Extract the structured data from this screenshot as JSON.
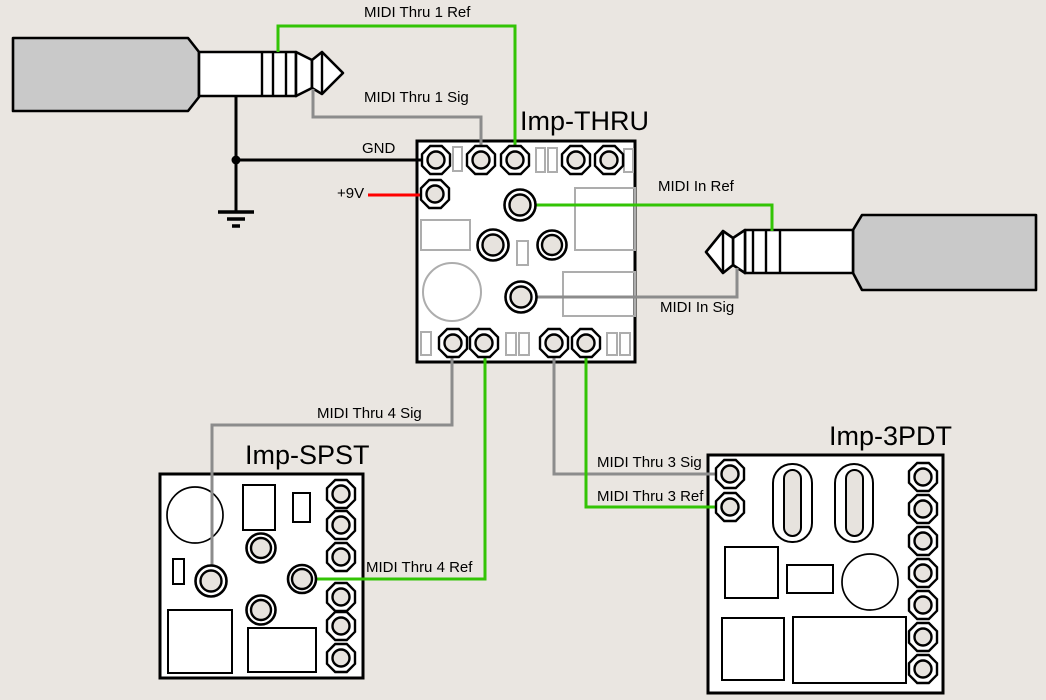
{
  "diagram": {
    "colors": {
      "bg": "#eae6e1",
      "wire_green": "#33c405",
      "wire_gray": "#8c8c8c",
      "wire_red": "#ff0000",
      "wire_black": "#000000",
      "plug_handle": "#c9c9c9",
      "hole": "#e7e3de",
      "comp_gray": "#adadad"
    },
    "boards": [
      {
        "id": "imp-thru",
        "title": "Imp-THRU"
      },
      {
        "id": "imp-spst",
        "title": "Imp-SPST"
      },
      {
        "id": "imp-3pdt",
        "title": "Imp-3PDT"
      }
    ],
    "wire_labels": {
      "midi_thru_1_ref": "MIDI Thru 1 Ref",
      "midi_thru_1_sig": "MIDI Thru 1 Sig",
      "gnd": "GND",
      "plus_9v": "+9V",
      "midi_in_ref": "MIDI In Ref",
      "midi_in_sig": "MIDI In Sig",
      "midi_thru_4_sig": "MIDI Thru 4 Sig",
      "midi_thru_4_ref": "MIDI Thru 4 Ref",
      "midi_thru_3_sig": "MIDI Thru 3 Sig",
      "midi_thru_3_ref": "MIDI Thru 3 Ref"
    }
  }
}
